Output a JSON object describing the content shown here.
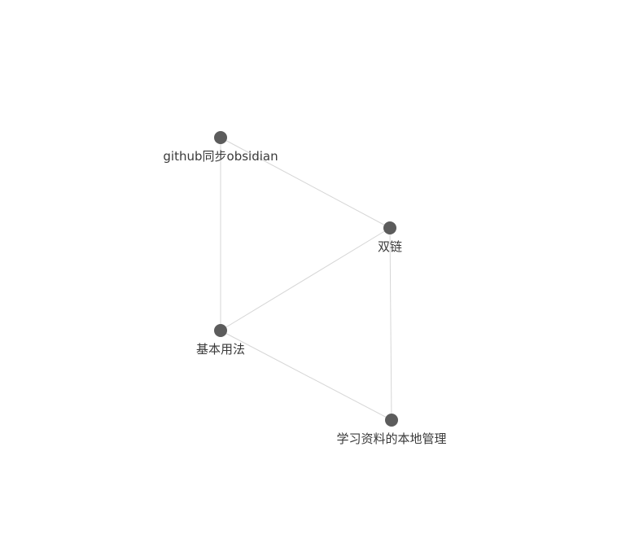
{
  "graph": {
    "nodes": [
      {
        "id": "github",
        "label": "github同步obsidian"
      },
      {
        "id": "shuanglian",
        "label": "双链"
      },
      {
        "id": "jiben",
        "label": "基本用法"
      },
      {
        "id": "xuexi",
        "label": "学习资料的本地管理"
      }
    ],
    "edges": [
      {
        "from": "github",
        "to": "shuanglian"
      },
      {
        "from": "github",
        "to": "jiben"
      },
      {
        "from": "shuanglian",
        "to": "jiben"
      },
      {
        "from": "shuanglian",
        "to": "xuexi"
      },
      {
        "from": "jiben",
        "to": "xuexi"
      }
    ],
    "colors": {
      "node": "#5c5c5c",
      "edge": "#d6d6d6",
      "label": "#3a3a3a",
      "background": "#ffffff"
    }
  }
}
